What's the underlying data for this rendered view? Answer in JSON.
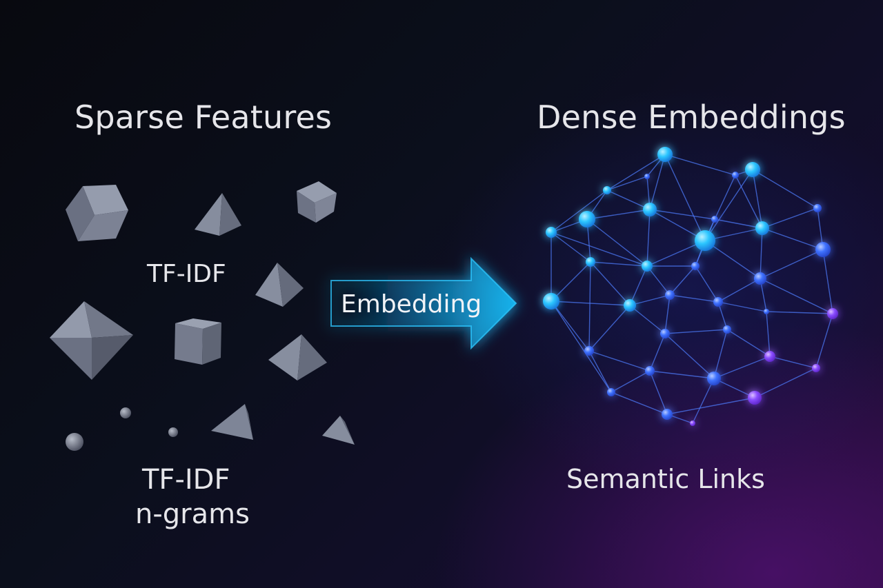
{
  "sparse": {
    "title": "Sparse Features",
    "label_1": "TF-IDF",
    "label_2": "TF-IDF",
    "label_3": "n-grams"
  },
  "transform": {
    "label": "Embedding"
  },
  "dense": {
    "title": "Dense Embeddings",
    "caption": "Semantic Links"
  },
  "colors": {
    "shape_face": "#7a8193",
    "node_cyan": "#27c8ff",
    "node_blue": "#3a6bff",
    "node_purple": "#8a3dff",
    "edge": "#4f7dff",
    "arrow": "#1fb6ee"
  }
}
